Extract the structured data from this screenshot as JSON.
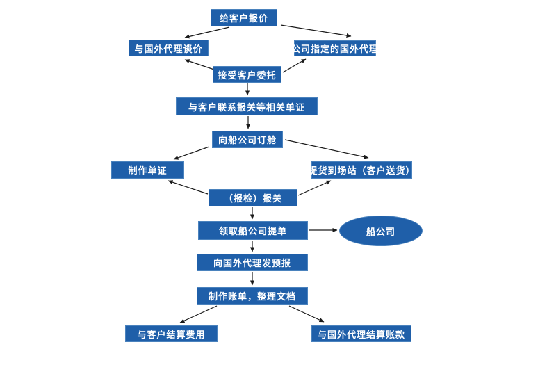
{
  "colors": {
    "node_fill": "#1f5fa9",
    "node_border": "#4a82bd",
    "node_text": "#ffffff",
    "arrow": "#1a1a1a",
    "background": "#ffffff"
  },
  "nodes": {
    "quote": {
      "label": "给客户报价"
    },
    "negotiate": {
      "label": "与国外代理谈价"
    },
    "designated": {
      "label": "公司指定的国外代理"
    },
    "entrust": {
      "label": "接受客户委托"
    },
    "contact_docs": {
      "label": "与客户联系报关等相关单证"
    },
    "booking": {
      "label": "向船公司订舱"
    },
    "make_docs": {
      "label": "制作单证"
    },
    "pickup": {
      "label": "提货到场站（客户送货）"
    },
    "customs": {
      "label": "（报检）报关"
    },
    "collect_bl": {
      "label": "领取船公司提单"
    },
    "shipping_co": {
      "label": "船公司"
    },
    "pre_alert": {
      "label": "向国外代理发预报"
    },
    "billing": {
      "label": "制作账单，整理文档"
    },
    "settle_customer": {
      "label": "与客户结算费用"
    },
    "settle_agent": {
      "label": "与国外代理结算账款"
    }
  },
  "edges": [
    {
      "from": "quote",
      "to": "negotiate"
    },
    {
      "from": "quote",
      "to": "designated"
    },
    {
      "from": "entrust",
      "to": "negotiate"
    },
    {
      "from": "entrust",
      "to": "designated"
    },
    {
      "from": "entrust",
      "to": "contact_docs"
    },
    {
      "from": "contact_docs",
      "to": "booking"
    },
    {
      "from": "booking",
      "to": "make_docs"
    },
    {
      "from": "booking",
      "to": "pickup"
    },
    {
      "from": "customs",
      "to": "make_docs"
    },
    {
      "from": "customs",
      "to": "pickup"
    },
    {
      "from": "customs",
      "to": "collect_bl"
    },
    {
      "from": "collect_bl",
      "to": "shipping_co"
    },
    {
      "from": "collect_bl",
      "to": "pre_alert"
    },
    {
      "from": "pre_alert",
      "to": "billing"
    },
    {
      "from": "billing",
      "to": "settle_customer"
    },
    {
      "from": "billing",
      "to": "settle_agent"
    }
  ]
}
